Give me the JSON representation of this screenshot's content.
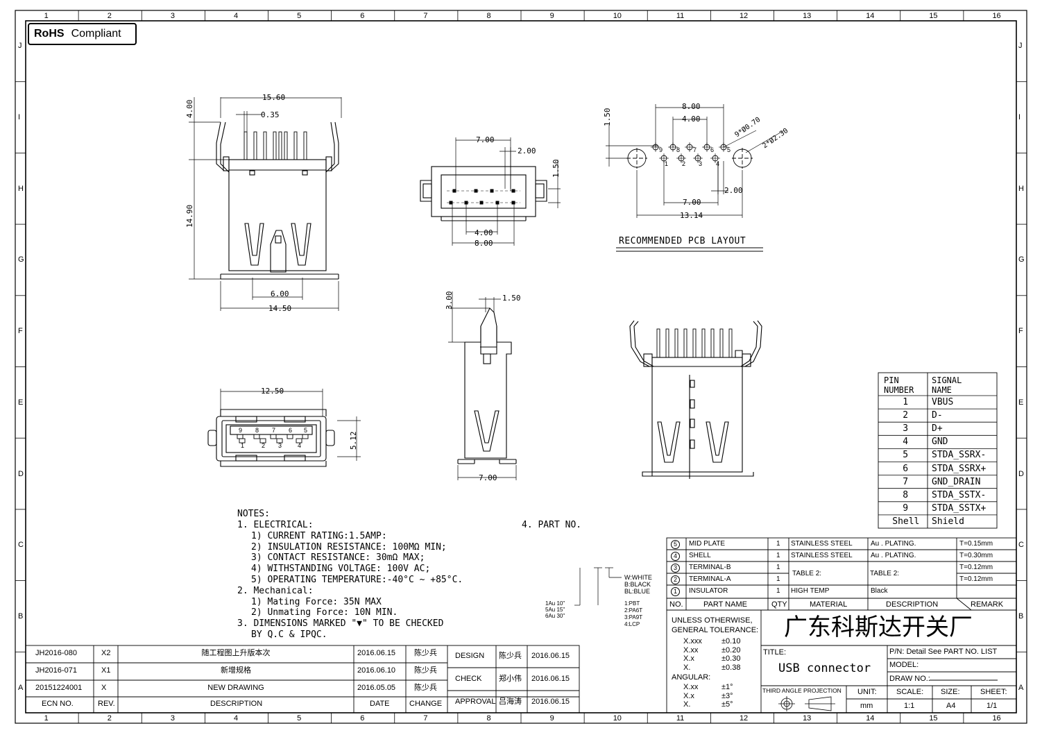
{
  "rohs": {
    "bold": "RoHS",
    "rest": "Compliant"
  },
  "frame": {
    "top_numbers": [
      "1",
      "2",
      "3",
      "4",
      "5",
      "6",
      "7",
      "8",
      "9",
      "10",
      "11",
      "12",
      "13",
      "14",
      "15",
      "16"
    ],
    "side_letters": [
      "J",
      "I",
      "H",
      "G",
      "F",
      "E",
      "D",
      "C",
      "B",
      "A"
    ]
  },
  "dims": {
    "top_width": "15.60",
    "top_left_h": "4.00",
    "top_pin_w": "0.35",
    "top_height": "14.90",
    "top_bottom_inner": "6.00",
    "top_bottom": "14.50",
    "front_w1": "7.00",
    "front_w2": "2.00",
    "front_h": "1.50",
    "front_b1": "4.00",
    "front_b2": "8.00",
    "side_h": "3.00",
    "side_w": "1.50",
    "side_b": "7.00",
    "face_w": "12.50",
    "face_h": "5.12"
  },
  "face_pins_top": [
    "9",
    "8",
    "7",
    "6",
    "5"
  ],
  "face_pins_bottom": [
    "1",
    "2",
    "3",
    "4"
  ],
  "pcb": {
    "d1": "1.50",
    "d2": "8.00",
    "d3": "4.00",
    "d4": "9*Ø0.70",
    "d5": "2*Ø2.30",
    "d6": "2.00",
    "d7": "7.00",
    "d8": "13.14",
    "top_pins": [
      "9",
      "8",
      "7",
      "6",
      "5"
    ],
    "bottom_pins": [
      "1",
      "2",
      "3",
      "4"
    ],
    "title": "RECOMMENDED PCB LAYOUT"
  },
  "pin_table": {
    "header1": [
      "PIN",
      "NUMBER"
    ],
    "header2": [
      "SIGNAL",
      "NAME"
    ],
    "rows": [
      [
        "1",
        "VBUS"
      ],
      [
        "2",
        "D-"
      ],
      [
        "3",
        "D+"
      ],
      [
        "4",
        "GND"
      ],
      [
        "5",
        "STDA_SSRX-"
      ],
      [
        "6",
        "STDA_SSRX+"
      ],
      [
        "7",
        "GND_DRAIN"
      ],
      [
        "8",
        "STDA_SSTX-"
      ],
      [
        "9",
        "STDA_SSTX+"
      ],
      [
        "Shell",
        "Shield"
      ]
    ]
  },
  "notes": {
    "title": "NOTES:",
    "lines": [
      "1. ELECTRICAL:",
      "1) CURRENT RATING:1.5AMP:",
      "2) INSULATION RESISTANCE: 100MΩ MIN;",
      "3) CONTACT RESISTANCE: 30mΩ MAX;",
      "4) WITHSTANDING VOLTAGE: 100V AC;",
      "5) OPERATING TEMPERATURE:-40°C ~ +85°C.",
      "2. Mechanical:",
      "1) Mating Force: 35N MAX",
      "2) Unmating Force: 10N MIN.",
      "3. DIMENSIONS MARKED \"▼\" TO BE CHECKED",
      "BY Q.C & IPQC."
    ],
    "part_no": "4. PART NO."
  },
  "partno_codes": {
    "plating": [
      "1Au 10\"",
      "5Au 15\"",
      "6Au 30\""
    ],
    "material": [
      "1:PBT",
      "2:PA6T",
      "3:PA9T",
      "4:LCP"
    ],
    "color": [
      "W:WHITE",
      "B:BLACK",
      "BL:BLUE"
    ]
  },
  "bom": {
    "rows": [
      [
        "5",
        "MID PLATE",
        "1",
        "STAINLESS STEEL",
        "Au . PLATING.",
        "T=0.15mm"
      ],
      [
        "4",
        "SHELL",
        "1",
        "STAINLESS STEEL",
        "Au . PLATING.",
        "T=0.30mm"
      ],
      [
        "3",
        "TERMINAL-B",
        "1",
        "",
        "",
        ""
      ],
      [
        "2",
        "TERMINAL-A",
        "1",
        "TABLE 2:",
        "TABLE 2:",
        "T=0.12mm"
      ],
      [
        "1",
        "INSULATOR",
        "1",
        "HIGH TEMP",
        "Black",
        ""
      ]
    ],
    "t012": "T=0.12mm",
    "header": [
      "NO.",
      "PART NAME",
      "QTY",
      "MATERIAL",
      "DESCRIPTION",
      "REMARK"
    ]
  },
  "title_block": {
    "tolerance_title": [
      "UNLESS OTHERWISE,",
      "GENERAL TOLERANCE:"
    ],
    "tolerances": [
      [
        "X.xxx",
        "±0.10"
      ],
      [
        "X.xx",
        "±0.20"
      ],
      [
        "X.x",
        "±0.30"
      ],
      [
        "X.",
        "±0.38"
      ]
    ],
    "angular_title": "ANGULAR:",
    "angular": [
      [
        "X.xx",
        "±1°"
      ],
      [
        "X.x",
        "±3°"
      ],
      [
        "X.",
        "±5°"
      ]
    ],
    "company": "广东科斯达开关厂",
    "title_label": "TITLE:",
    "title_value": "USB connector",
    "pn": "P/N: Detail See PART NO. LIST",
    "model": "MODEL:",
    "drawno": "DRAW NO.:",
    "projection": "THIRD ANGLE PROJECTION",
    "unit_label": "UNIT:",
    "unit": "mm",
    "scale_label": "SCALE:",
    "scale": "1:1",
    "size_label": "SIZE:",
    "size": "A4",
    "sheet_label": "SHEET:",
    "sheet": "1/1"
  },
  "revisions": {
    "rows": [
      [
        "JH2016-080",
        "X2",
        "随工程图上升版本次",
        "2016.06.15",
        "陈少兵"
      ],
      [
        "JH2016-071",
        "X1",
        "新增规格",
        "2016.06.10",
        "陈少兵"
      ],
      [
        "20151224001",
        "X",
        "NEW DRAWING",
        "2016.05.05",
        "陈少兵"
      ]
    ],
    "header": [
      "ECN NO.",
      "REV.",
      "DESCRIPTION",
      "DATE",
      "CHANGE"
    ]
  },
  "approvals": [
    [
      "DESIGN",
      "陈少兵",
      "2016.06.15"
    ],
    [
      "CHECK",
      "郑小伟",
      "2016.06.15"
    ],
    [
      "APPROVAL",
      "吕海涛",
      "2016.06.15"
    ]
  ]
}
